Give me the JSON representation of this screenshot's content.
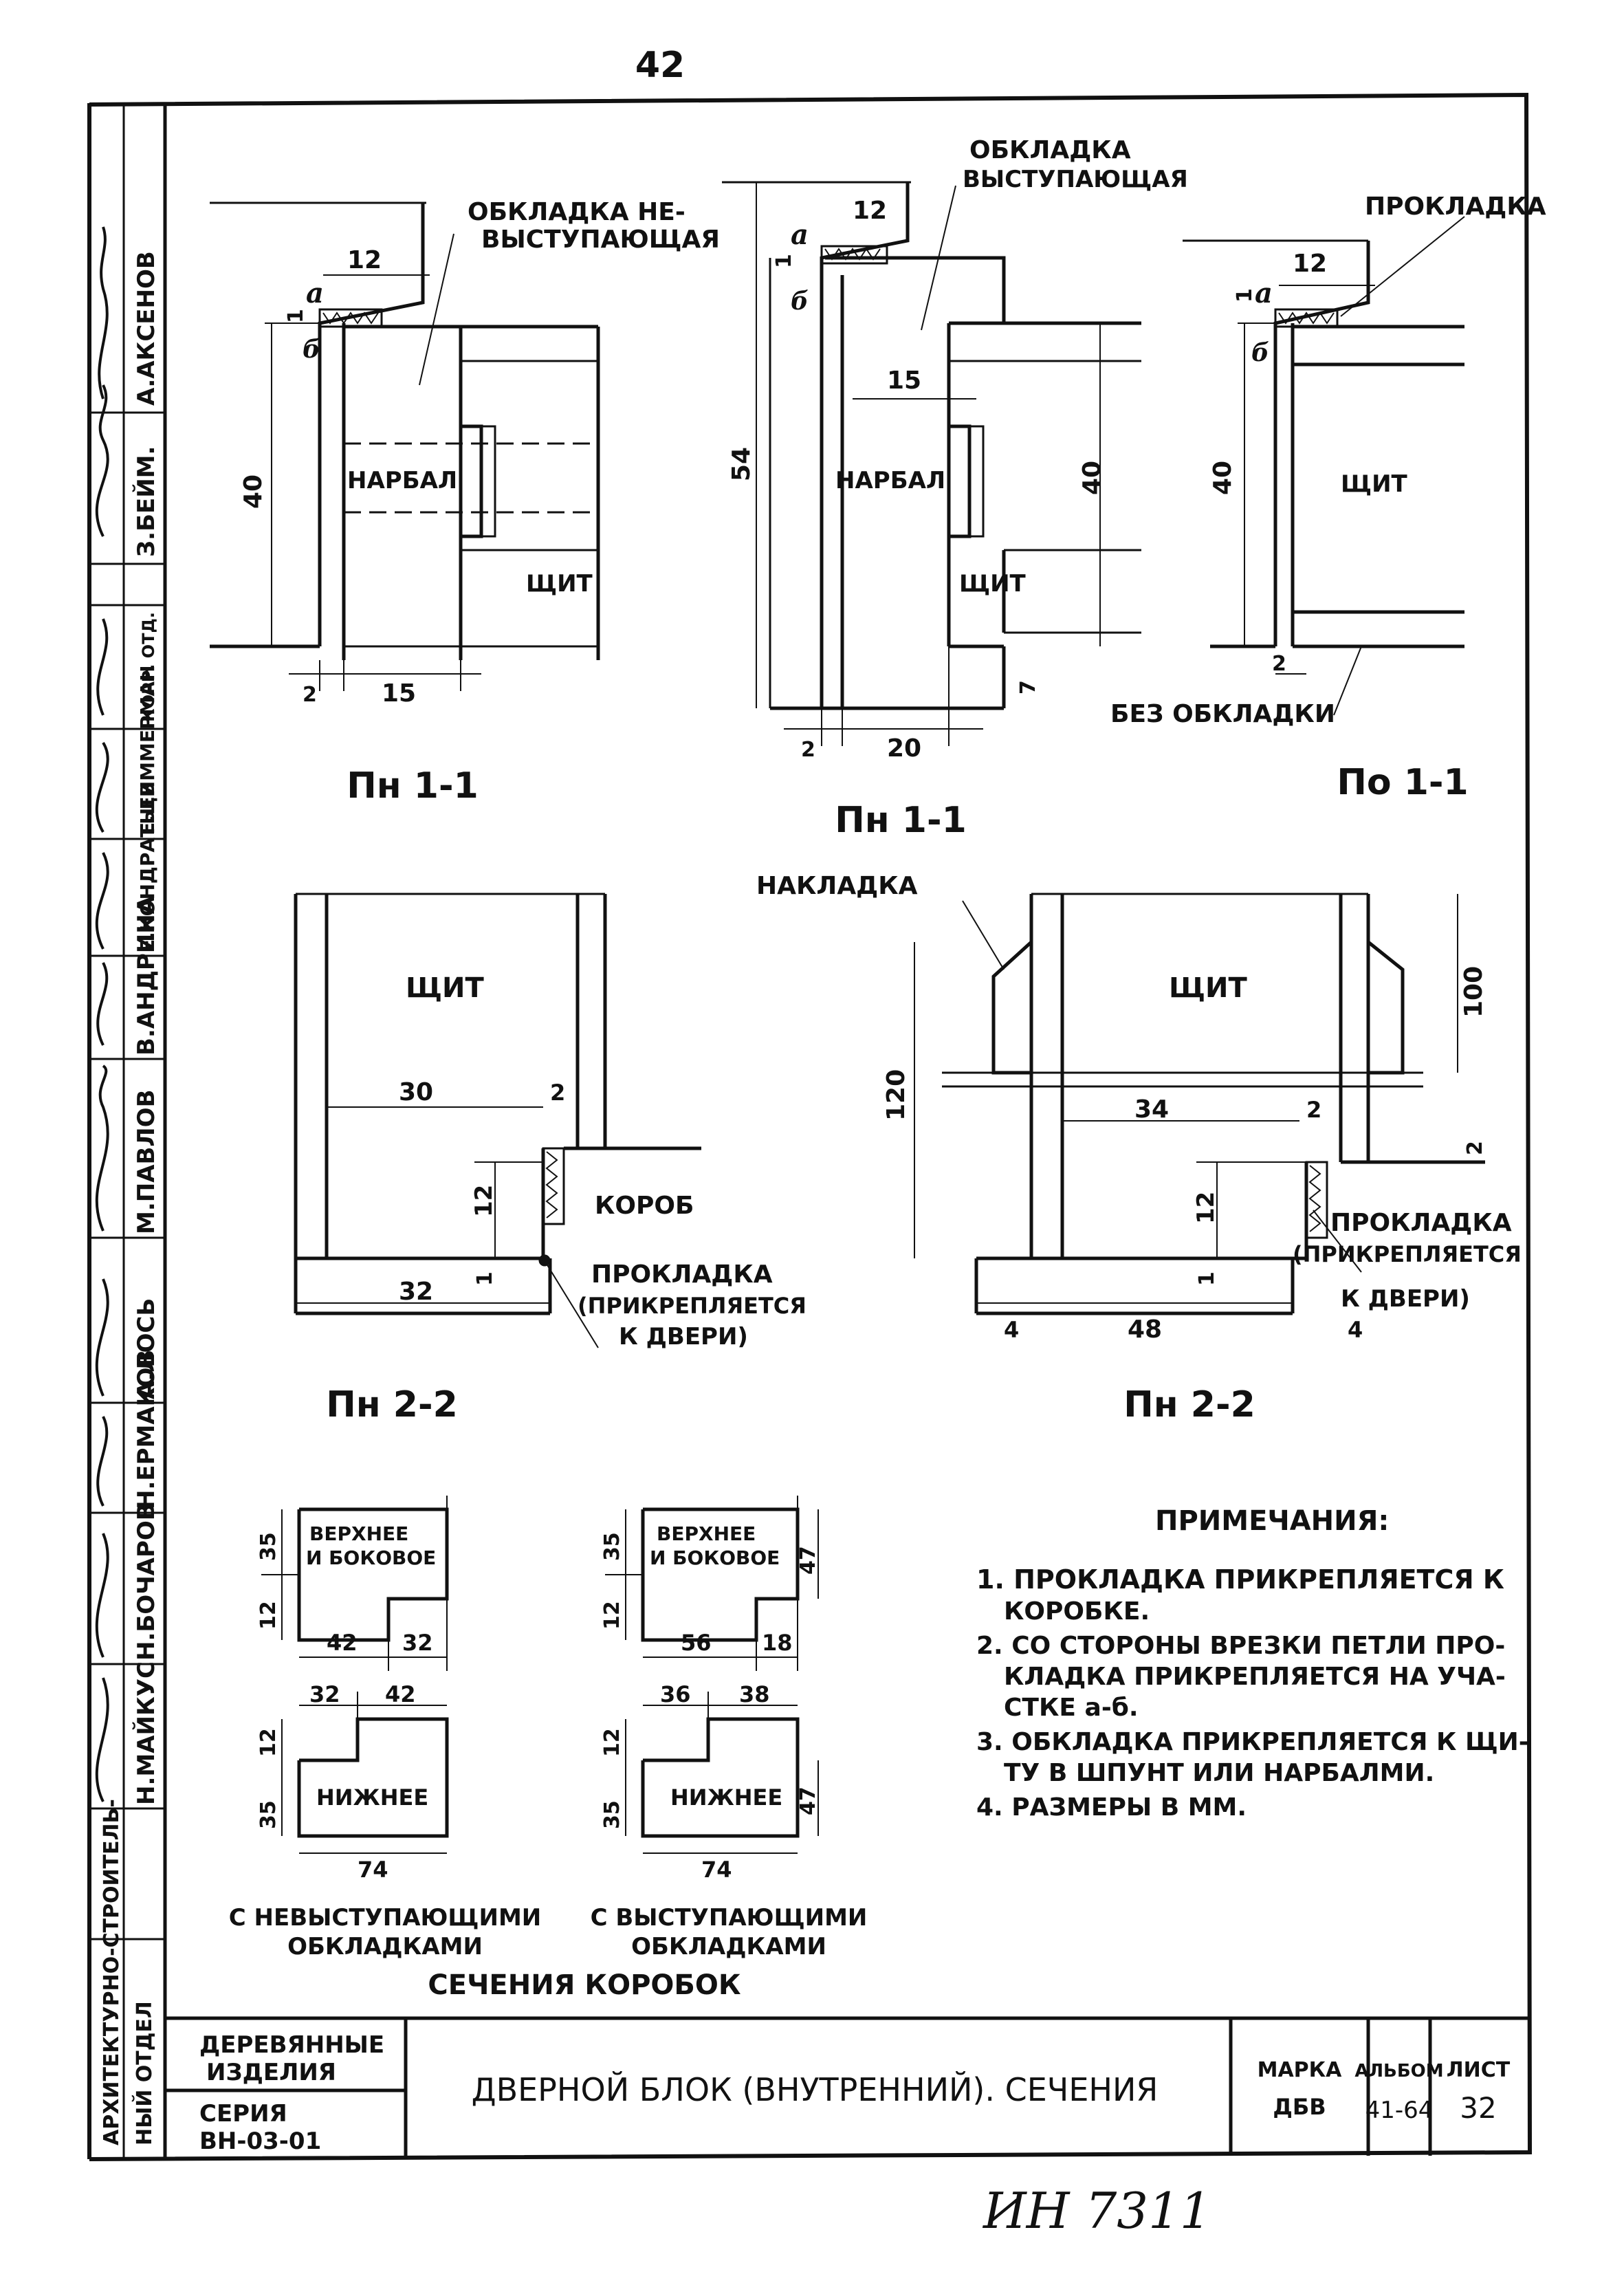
{
  "page_number": "42",
  "drawings": {
    "d1": {
      "callout": [
        "ОБКЛАДКА НЕ-",
        "ВЫСТУПАЮЩАЯ"
      ],
      "dim_top": "12",
      "dim_a": "а",
      "dim_b": "б",
      "dim_1": "1",
      "dim_height": "40",
      "dim_bottom_left": "2",
      "dim_bottom": "15",
      "label_frame": "НАРБАЛ",
      "label_panel": "ЩИТ",
      "caption": "Пн 1-1"
    },
    "d2": {
      "callout": [
        "ОБКЛАДКА",
        "ВЫСТУПАЮЩАЯ"
      ],
      "dim_top": "12",
      "dim_a": "а",
      "dim_b": "б",
      "dim_1": "1",
      "dim_inner": "15",
      "dim_outer": "54",
      "dim_height": "40",
      "dim_step": "7",
      "dim_bottom_left": "2",
      "dim_bottom": "20",
      "label_frame": "НАРБАЛ",
      "label_panel": "ЩИТ",
      "caption": "Пн 1-1"
    },
    "d3": {
      "callout": "ПРОКЛАДКА",
      "callout_bottom": "БЕЗ ОБКЛАДКИ",
      "dim_top": "12",
      "dim_a": "а",
      "dim_b": "б",
      "dim_1": "1",
      "dim_height": "40",
      "dim_bottom": "2",
      "label_panel": "ЩИТ",
      "caption": "По 1-1"
    },
    "d4": {
      "label_panel": "ЩИТ",
      "dim_30": "30",
      "dim_2": "2",
      "dim_12": "12",
      "dim_1": "1",
      "dim_32": "32",
      "label_box": "КОРОБ",
      "callout": [
        "ПРОКЛАДКА",
        "(ПРИКРЕПЛЯЕТСЯ",
        "К ДВЕРИ)"
      ],
      "caption": "Пн 2-2"
    },
    "d5": {
      "callout_top": "НАКЛАДКА",
      "label_panel": "ЩИТ",
      "dim_120": "120",
      "dim_100": "100",
      "dim_34": "34",
      "dim_2": "2",
      "dim_2b": "2",
      "dim_12": "12",
      "dim_1": "1",
      "dim_4": "4",
      "dim_48": "48",
      "dim_4b": "4",
      "callout": [
        "ПРОКЛАДКА",
        "(ПРИКРЕПЛЯЕТСЯ",
        "К ДВЕРИ)"
      ],
      "caption": "Пн 2-2"
    }
  },
  "sections": {
    "s1": {
      "label": [
        "ВЕРХНЕЕ",
        "И БОКОВОЕ"
      ],
      "dim_12": "12",
      "dim_35": "35",
      "dim_42": "42",
      "dim_32": "32"
    },
    "s2": {
      "label": [
        "ВЕРХНЕЕ",
        "И БОКОВОЕ"
      ],
      "dim_12": "12",
      "dim_35": "35",
      "dim_47": "47",
      "dim_56": "56",
      "dim_18": "18"
    },
    "s3": {
      "label": "НИЖНЕЕ",
      "dim_32": "32",
      "dim_42": "42",
      "dim_12": "12",
      "dim_35": "35",
      "dim_74": "74"
    },
    "s4": {
      "label": "НИЖНЕЕ",
      "dim_36": "36",
      "dim_38": "38",
      "dim_12": "12",
      "dim_35": "35",
      "dim_47": "47",
      "dim_74": "74"
    },
    "caption_left": [
      "С НЕВЫСТУПАЮЩИМИ",
      "ОБКЛАДКАМИ"
    ],
    "caption_right": [
      "С ВЫСТУПАЮЩИМИ",
      "ОБКЛАДКАМИ"
    ],
    "caption_main": "СЕЧЕНИЯ КОРОБОК"
  },
  "notes": {
    "title": "ПРИМЕЧАНИЯ:",
    "lines": [
      "1. ПРОКЛАДКА ПРИКРЕПЛЯЕТСЯ К",
      "КОРОБКЕ.",
      "2. СО СТОРОНЫ ВРЕЗКИ ПЕТЛИ ПРО-",
      "КЛАДКА ПРИКРЕПЛЯЕТСЯ НА УЧА-",
      "СТКЕ а-б.",
      "3. ОБКЛАДКА ПРИКРЕПЛЯЕТСЯ К ЩИ-",
      "ТУ В ШПУНТ ИЛИ НАРБАЛМИ.",
      "4. РАЗМЕРЫ В ММ."
    ]
  },
  "side_stamp": {
    "org": [
      "АРХИТЕКТУРНО-СТРОИТЕЛЬ-",
      "НЫЙ ОТДЕЛ"
    ],
    "names": [
      "А.АКСЕНОВ",
      "З.БЕЙМ.",
      "КОРР. ОТД.",
      "Е.ЦИММЕРМАН",
      "Е.КОНДРАТЬЕВ",
      "В.АНДРИНА",
      "М.ПАВЛОВ",
      "А.ЛОСЬ",
      "Н.ЕРМАКОВ",
      "Н.БОЧАРОВ",
      "Н.МАЙКУС"
    ]
  },
  "title_block": {
    "group": [
      "ДЕРЕВЯННЫЕ",
      "ИЗДЕЛИЯ"
    ],
    "series": [
      "СЕРИЯ",
      "ВН-03-01"
    ],
    "title": "ДВЕРНОЙ БЛОК (ВНУТРЕННИЙ). СЕЧЕНИЯ",
    "mark_label": "МАРКА",
    "mark_value": "ДБВ",
    "album_label": "АЛЬБОМ",
    "album_value": "41-64",
    "sheet_label": "ЛИСТ",
    "sheet_value": "32"
  },
  "inventory_number": "ИН 7311"
}
